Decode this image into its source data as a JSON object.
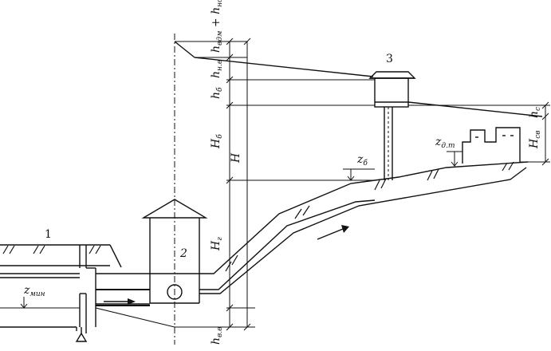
{
  "labels": {
    "source_number": "1",
    "pump_station_number": "2",
    "tower_number": "3",
    "z_min": "z",
    "z_min_sub": "мин",
    "z_tower": "z",
    "z_tower_sub": "б",
    "z_dt": "z",
    "z_dt_sub": "д.т",
    "h_vdm_hns_a": "h",
    "h_vdm_hns_a_sub": "вдм",
    "h_vdm_hns_plus": " + ",
    "h_vdm_hns_b": "h",
    "h_vdm_hns_b_sub": "нс",
    "h_nv": "h",
    "h_nv_sub": "н.в",
    "h_b": "h",
    "h_b_sub": "б",
    "H_b": "H",
    "H_b_sub": "б",
    "H": "H",
    "H_g": "H",
    "H_g_sub": "г",
    "h_vv": "h",
    "h_vv_sub": "в.в",
    "h_s": "h",
    "h_s_sub": "с",
    "H_sv": "H",
    "H_sv_sub": "св"
  }
}
